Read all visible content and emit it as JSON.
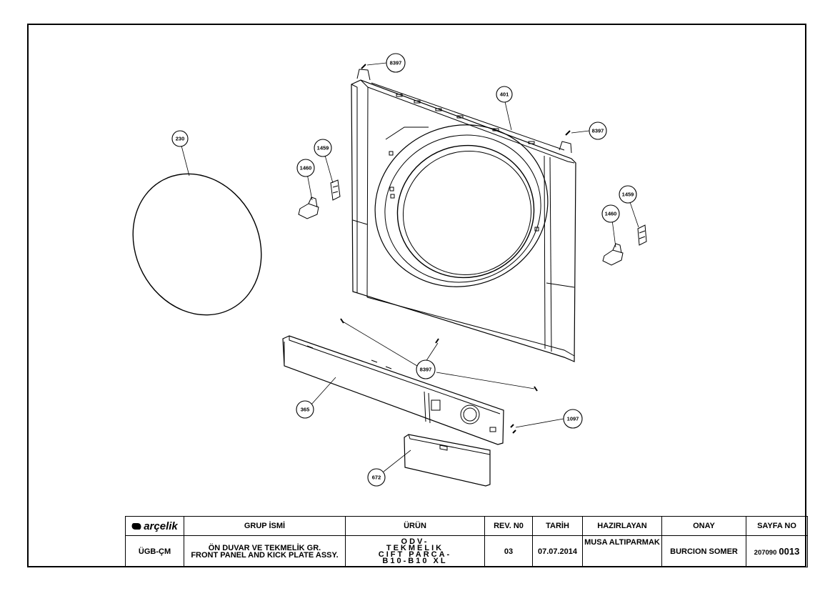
{
  "callouts": {
    "c8397_top": "8397",
    "c401": "401",
    "c8397_right": "8397",
    "c230": "230",
    "c1459_left": "1459",
    "c1460_left": "1460",
    "c1459_right": "1459",
    "c1460_right": "1460",
    "c8397_bottom": "8397",
    "c365": "365",
    "c1097": "1097",
    "c672": "672"
  },
  "title_block": {
    "logo_text": "arçelik",
    "group_header": "GRUP İSMİ",
    "product_header": "ÜRÜN",
    "rev_header": "REV. N0",
    "date_header": "TARİH",
    "prepared_header": "HAZIRLAYAN",
    "approval_header": "ONAY",
    "page_header": "SAYFA NO",
    "department": "ÜGB-ÇM",
    "group_name_tr": "ÖN DUVAR VE TEKMELİK GR.",
    "group_name_en": "FRONT PANEL AND KICK PLATE ASSY.",
    "product_line1": "ODV-",
    "product_line2": "TEKMELIK",
    "product_line3": "CIFT PARCA-",
    "product_line4": "B10-B10 XL",
    "rev": "03",
    "date": "07.07.2014",
    "prepared_by": "MUSA ALTIPARMAK",
    "approved_by": "BURCION SOMER",
    "page_prefix": "207090",
    "page_number": "0013"
  }
}
